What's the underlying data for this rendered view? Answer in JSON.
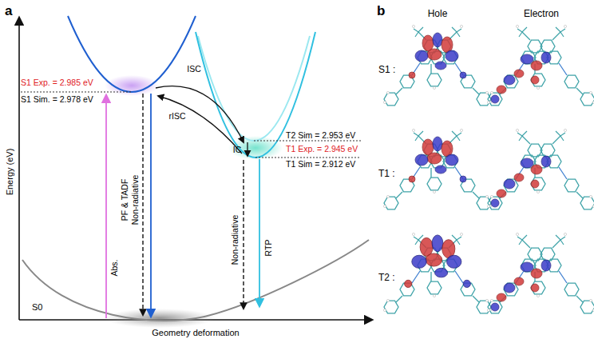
{
  "diagram": {
    "labels": [
      "a",
      "Energy (eV)",
      "Geometry deformation",
      "S1 Exp. = 2.985 eV",
      "S1 Sim. = 2.978 eV",
      "ISC",
      "rISC",
      "T2 Sim = 2.953 eV",
      "IC",
      "T1 Exp. = 2.945 eV",
      "T1 Sim = 2.912 eV",
      "Abs.",
      "PF & TADF",
      "Non-radiative",
      "Non-radiative",
      "RTP",
      "S0",
      "b",
      "Hole",
      "Electron",
      "S1 :",
      "T1 :",
      "T2 :"
    ]
  }
}
